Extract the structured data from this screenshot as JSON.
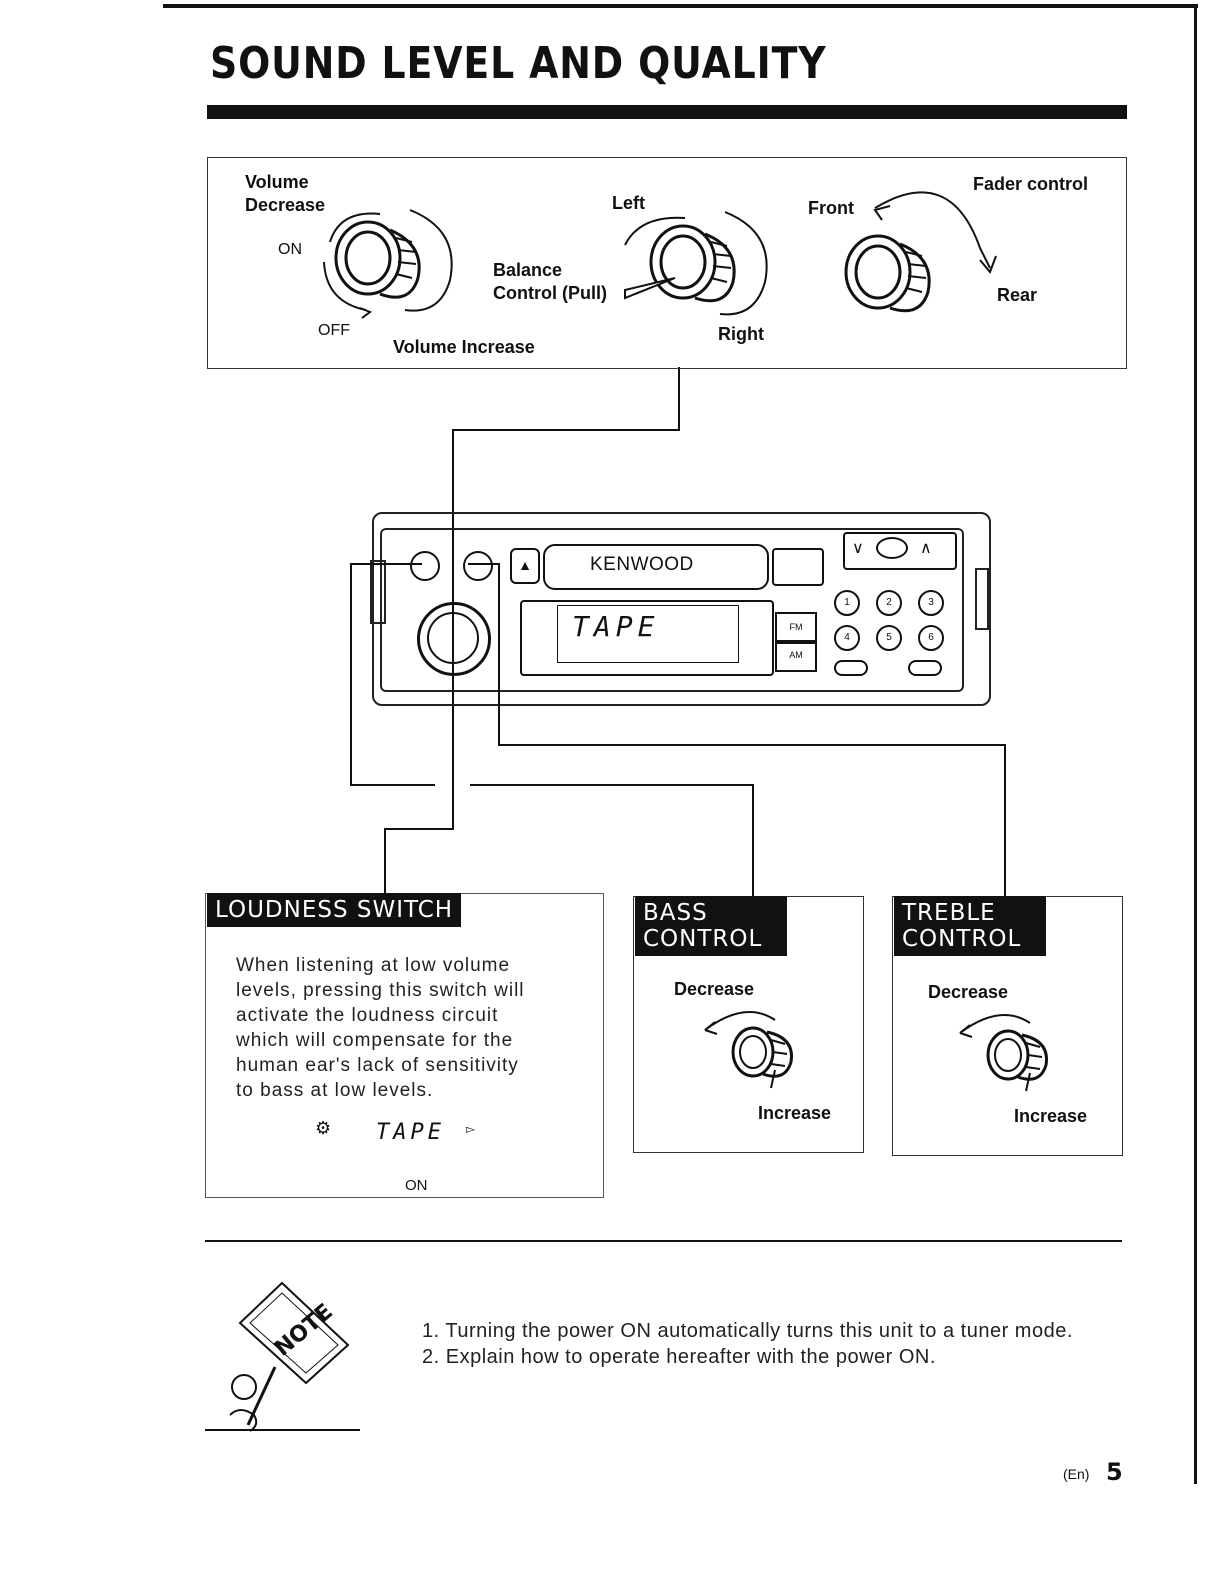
{
  "page": {
    "title": "SOUND LEVEL AND QUALITY",
    "footer_lang": "(En)",
    "footer_page": "5"
  },
  "top_diagram": {
    "volume": {
      "label": "Volume",
      "decrease": "Decrease",
      "on": "ON",
      "off": "OFF",
      "increase": "Volume Increase"
    },
    "balance": {
      "left": "Left",
      "control_line1": "Balance",
      "control_line2": "Control (Pull)",
      "right": "Right"
    },
    "fader": {
      "label": "Fader control",
      "front": "Front",
      "rear": "Rear"
    }
  },
  "unit": {
    "brand": "KENWOOD",
    "display_text": "TAPE",
    "fm": "FM",
    "am": "AM",
    "presets": [
      "1",
      "2",
      "3",
      "4",
      "5",
      "6"
    ]
  },
  "loudness": {
    "header": "LOUDNESS SWITCH",
    "lines": [
      "When listening at low volume",
      "levels, pressing this switch will",
      "activate the loudness circuit",
      "which will compensate for the",
      "human ear's lack of sensitivity",
      "to bass at low levels."
    ],
    "display_text": "TAPE",
    "on_label": "ON"
  },
  "bass": {
    "header_line1": "BASS",
    "header_line2": "CONTROL",
    "decrease": "Decrease",
    "increase": "Increase"
  },
  "treble": {
    "header_line1": "TREBLE",
    "header_line2": "CONTROL",
    "decrease": "Decrease",
    "increase": "Increase"
  },
  "note": {
    "badge": "NOTE",
    "items": [
      "1. Turning the power ON automatically turns this unit to a tuner mode.",
      "2. Explain how to operate hereafter with the power ON."
    ]
  }
}
